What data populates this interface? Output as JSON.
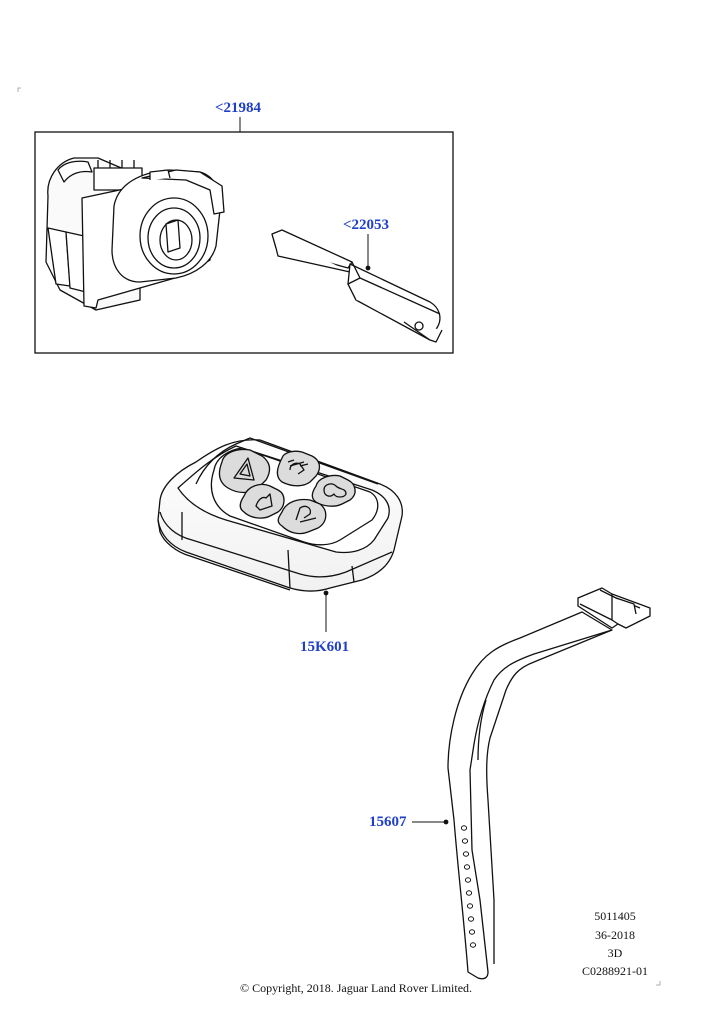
{
  "callouts": {
    "lock_set": "<21984",
    "key_blade": "<22053",
    "remote_fob": "15K601",
    "wrist_strap": "15607"
  },
  "drawing_info": {
    "line1": "5011405",
    "line2": "36-2018",
    "line3": "3D",
    "line4": "C0288921-01"
  },
  "copyright": "© Copyright, 2018. Jaguar Land Rover Limited.",
  "colors": {
    "callout": "#1f3fc8",
    "line": "#111111",
    "fob_button": "#d8d8d8"
  }
}
